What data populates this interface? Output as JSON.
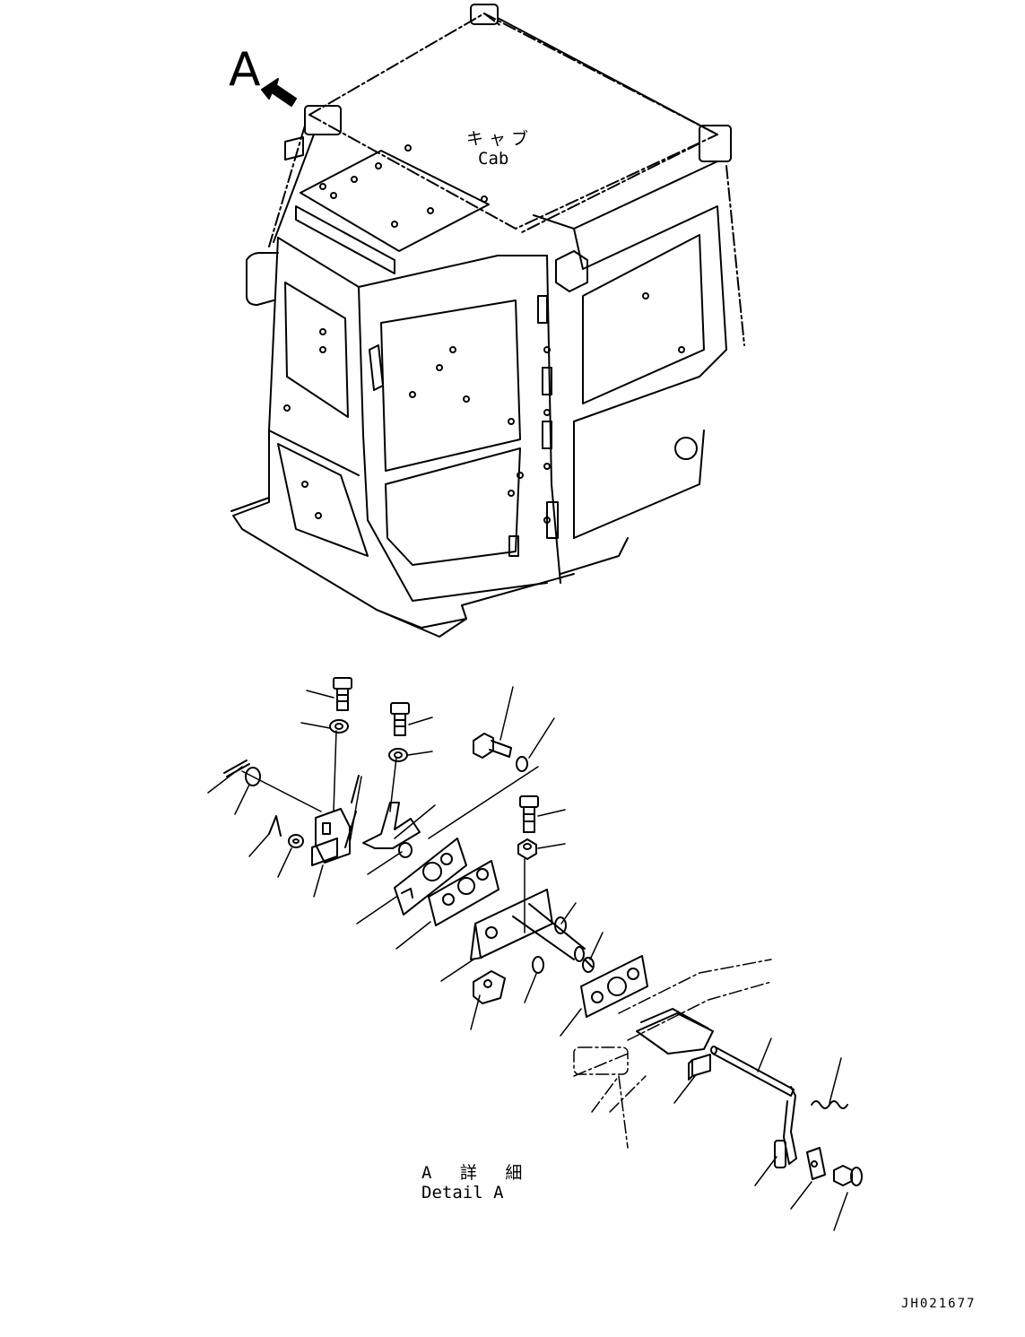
{
  "labels": {
    "view_callout": "A",
    "cab_ja": "キャブ",
    "cab_en": "Cab",
    "detail_ja": "A 詳 細",
    "detail_en": "Detail A",
    "drawing_number": "JH021677"
  },
  "colors": {
    "ink": "#000000",
    "paper": "#ffffff"
  }
}
